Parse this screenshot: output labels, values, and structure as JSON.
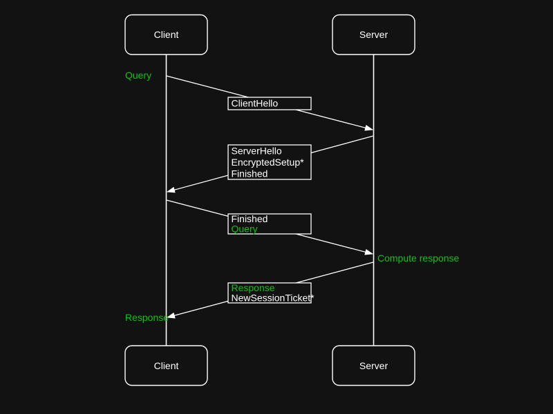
{
  "diagram_type": "sequence",
  "colors": {
    "background": "#121212",
    "line": "#ffffff",
    "text": "#ffffff",
    "accent_green": "#12c112"
  },
  "actors": {
    "client_top": "Client",
    "server_top": "Server",
    "client_bottom": "Client",
    "server_bottom": "Server"
  },
  "annotations": {
    "query": "Query",
    "compute_response": "Compute response",
    "response": "Response"
  },
  "messages": [
    {
      "from": "Client",
      "to": "Server",
      "lines": [
        {
          "text": "ClientHello",
          "green": false
        }
      ]
    },
    {
      "from": "Server",
      "to": "Client",
      "lines": [
        {
          "text": "ServerHello",
          "green": false
        },
        {
          "text": "EncryptedSetup*",
          "green": false
        },
        {
          "text": "Finished",
          "green": false
        }
      ]
    },
    {
      "from": "Client",
      "to": "Server",
      "lines": [
        {
          "text": "Finished",
          "green": false
        },
        {
          "text": "Query",
          "green": true
        }
      ]
    },
    {
      "from": "Server",
      "to": "Client",
      "lines": [
        {
          "text": "Response",
          "green": true
        },
        {
          "text": "NewSessionTicket*",
          "green": false
        }
      ]
    }
  ]
}
